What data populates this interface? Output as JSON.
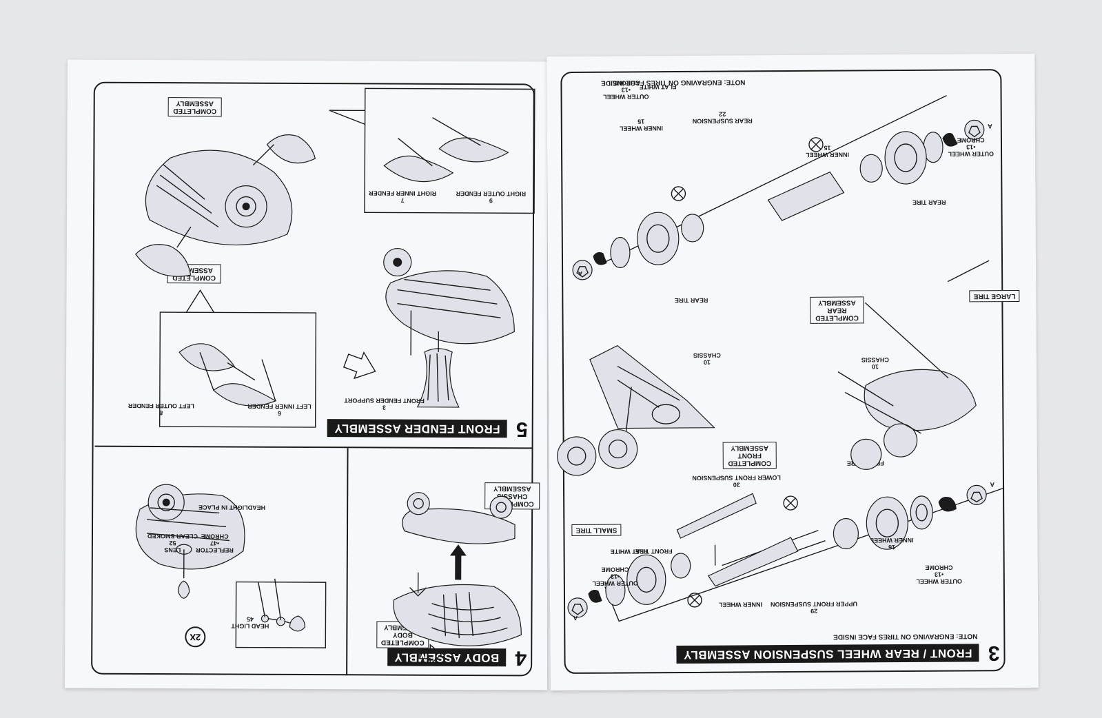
{
  "left_page": {
    "step5": {
      "number": "5",
      "title": "FRONT FENDER ASSEMBLY",
      "completed_assembly_top": "COMPLETED ASSEMBLY",
      "completed_assembly_mid": "COMPLETED ASSEMBLY",
      "right_inner_fender": "RIGHT INNER FENDER",
      "right_inner_fender_num": "7",
      "right_outer_fender": "RIGHT OUTER FENDER",
      "right_outer_fender_num": "9",
      "left_outer_fender": "LEFT OUTER FENDER",
      "left_outer_fender_num": "8",
      "left_inner_fender": "LEFT INNER FENDER",
      "left_inner_fender_num": "6",
      "front_fender_support": "FRONT FENDER SUPPORT",
      "front_fender_support_num": "3"
    },
    "step4": {
      "number": "4",
      "title": "BODY ASSEMBLY",
      "completed_chassis_assembly": "COMPLETED CHASSIS ASSEMBLY",
      "completed_body_assembly": "COMPLETED BODY ASSEMBLY",
      "headlight_in_place": "HEADLIGHT IN PLACE",
      "reflector": "REFLECTOR",
      "reflector_num": "47",
      "reflector_finish": "CHROME",
      "lens": "LENS",
      "lens_num": "52",
      "lens_finish": "CLEAR SMOKED",
      "head_light": "HEAD LIGHT",
      "head_light_num": "45",
      "quantity": "2X"
    }
  },
  "right_page": {
    "step3": {
      "number": "3",
      "title": "FRONT / REAR WHEEL SUSPENSION ASSEMBLY",
      "note_top": "NOTE: ENGRAVING ON TIRES FACE INSIDE",
      "note_bottom": "NOTE: ENGRAVING ON TIRES FACE INSIDE",
      "outer_wheel": "OUTER WHEEL",
      "outer_wheel_num": "13",
      "chrome": "CHROME",
      "flat_white": "FLAT WHITE",
      "inner_wheel": "INNER WHEEL",
      "inner_wheel_rear_num": "15",
      "inner_wheel_front_num": "16",
      "rear_suspension": "REAR SUSPENSION",
      "rear_suspension_num": "22",
      "rear_tire": "REAR TIRE",
      "front_tire": "FRONT TIRE",
      "large_tire": "LARGE TIRE",
      "small_tire": "SMALL TIRE",
      "chassis": "CHASSIS",
      "chassis_num": "10",
      "completed_rear_assembly": "COMPLETED REAR ASSEMBLY",
      "completed_front_assembly": "COMPLETED FRONT ASSEMBLY",
      "lower_front_suspension": "LOWER FRONT SUSPENSION",
      "lower_front_suspension_num": "30",
      "upper_front_suspension": "UPPER FRONT SUSPENSION",
      "upper_front_suspension_num": "29",
      "callout_a": "A"
    }
  }
}
